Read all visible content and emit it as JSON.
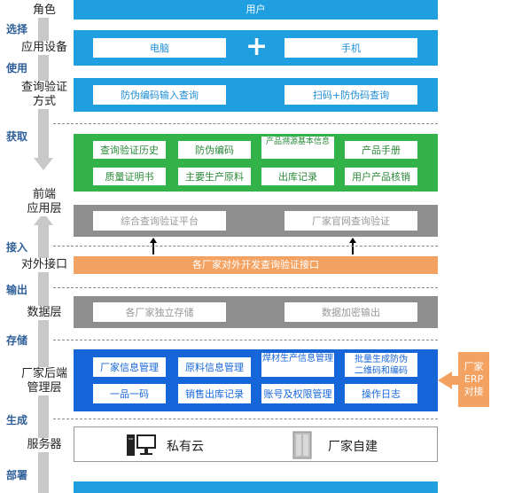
{
  "left_labels": {
    "role": "角色",
    "device": "应用设备",
    "verify_method": "查询验证\n方式",
    "frontend": "前端\n应用层",
    "api": "对外接口",
    "data": "数据层",
    "backend": "厂家后端\n管理层",
    "server": "服务器"
  },
  "connectors": {
    "select": "选择",
    "use": "使用",
    "fetch": "获取",
    "access": "接入",
    "output": "输出",
    "store": "存储",
    "generate": "生成",
    "deploy": "部署"
  },
  "role_band": "用户",
  "device": {
    "pc": "电脑",
    "plus": "+",
    "phone": "手机"
  },
  "verify": {
    "code_input": "防伪编码输入查询",
    "scan": "扫码+防伪码查询"
  },
  "frontend_green": [
    "查询验证历史",
    "防伪编码",
    "产品溯源基本信息",
    "产品手册",
    "质量证明书",
    "主要生产原料",
    "出库记录",
    "用户产品核销"
  ],
  "frontend_gray": {
    "platform": "综合查询验证平台",
    "official": "厂家官网查询验证"
  },
  "api_band": "各厂家对外开发查询验证接口",
  "data_layer": {
    "storage": "各厂家独立存储",
    "encrypt": "数据加密输出"
  },
  "backend": [
    "厂家信息管理",
    "原料信息管理",
    "焊材生产信息管理",
    "批量生成防伪\n二维码和编码",
    "一品一码",
    "销售出库记录",
    "账号及权限管理",
    "操作日志"
  ],
  "erp": "厂家\nERP\n对接",
  "server": {
    "private_cloud": "私有云",
    "self_built": "厂家自建"
  },
  "colors": {
    "blue": "#1f9fe0",
    "green": "#33b24a",
    "gray": "#8e8e8e",
    "orange": "#f4a261",
    "deep_blue": "#1766d9"
  }
}
